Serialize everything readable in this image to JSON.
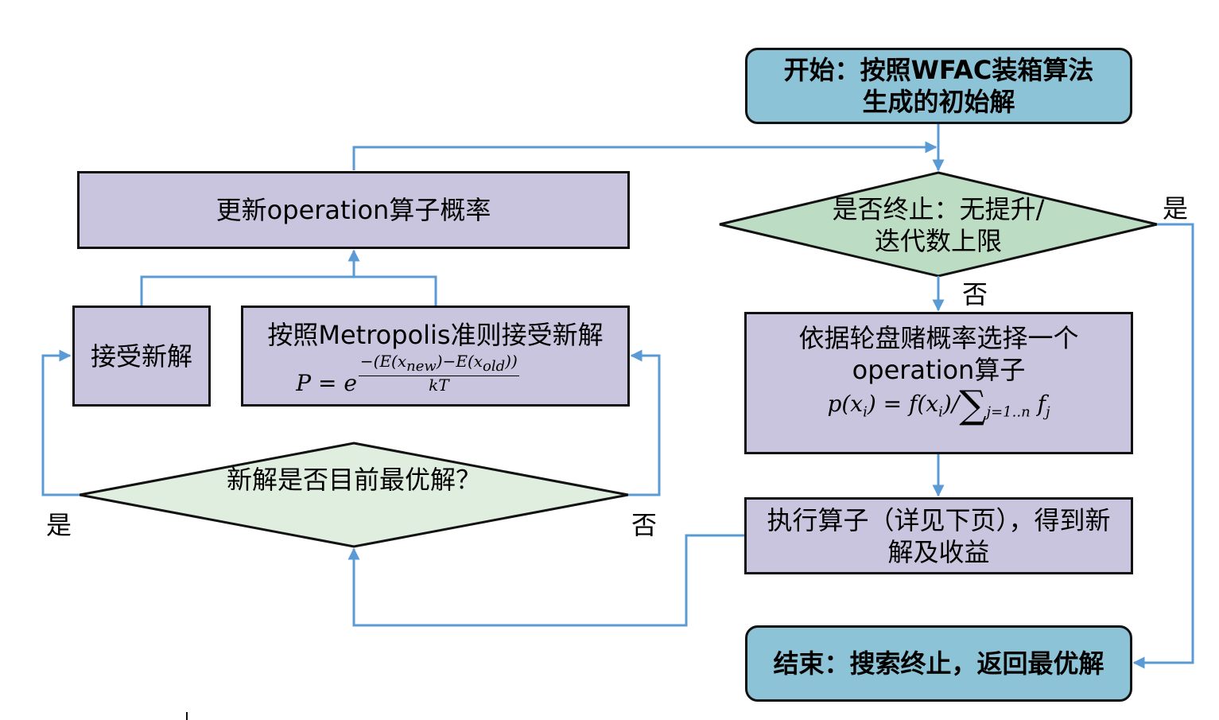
{
  "nodes": {
    "start": "开始：按照WFAC装箱算法生成的初始解",
    "terminate_question": "是否终止：无提升/迭代数上限",
    "select_operator": "依据轮盘赌概率选择一个operation算子",
    "select_formula": "p(xi) = f(xi)/∑j=1..n fj",
    "execute_operator": "执行算子（详见下页），得到新解及收益",
    "best_question": "新解是否目前最优解？",
    "accept": "接受新解",
    "metropolis": "按照Metropolis准则接受新解",
    "metropolis_formula": "P = e^(−(E(xnew)−E(xold))/kT)",
    "update": "更新operation算子概率",
    "end": "结束：搜索终止，返回最优解"
  },
  "labels": {
    "terminate_yes": "是",
    "terminate_no": "否",
    "best_yes": "是",
    "best_no": "否"
  },
  "colors": {
    "process_fill": "#c9c5de",
    "terminal_fill": "#8cc3d6",
    "decision_fill": "#bcdcc4",
    "decision_fill_light": "#e0eedf",
    "arrow": "#5b9bd5"
  }
}
